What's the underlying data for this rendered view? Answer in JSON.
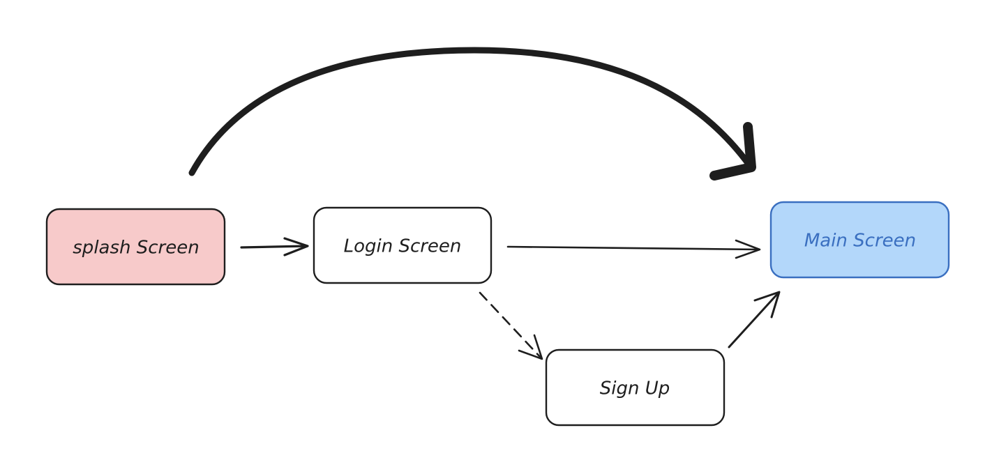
{
  "diagram": {
    "nodes": {
      "splash": {
        "label": "splash Screen",
        "fill": "#f7caca",
        "stroke": "#1e1e1e",
        "text_color": "#1e1e1e"
      },
      "login": {
        "label": "Login Screen",
        "fill": "#ffffff",
        "stroke": "#1e1e1e",
        "text_color": "#1e1e1e"
      },
      "main": {
        "label": "Main Screen",
        "fill": "#b3d7fa",
        "stroke": "#3a6fc0",
        "text_color": "#3a6fc0"
      },
      "signup": {
        "label": "Sign Up",
        "fill": "#ffffff",
        "stroke": "#1e1e1e",
        "text_color": "#1e1e1e"
      }
    },
    "edges": [
      {
        "from": "splash",
        "to": "main",
        "style": "solid-bold",
        "shape": "curved"
      },
      {
        "from": "splash",
        "to": "login",
        "style": "solid",
        "shape": "straight"
      },
      {
        "from": "login",
        "to": "main",
        "style": "solid",
        "shape": "straight"
      },
      {
        "from": "login",
        "to": "signup",
        "style": "dashed",
        "shape": "straight"
      },
      {
        "from": "signup",
        "to": "main",
        "style": "solid",
        "shape": "straight"
      }
    ],
    "colors": {
      "stroke": "#1e1e1e",
      "background": "#ffffff"
    }
  }
}
